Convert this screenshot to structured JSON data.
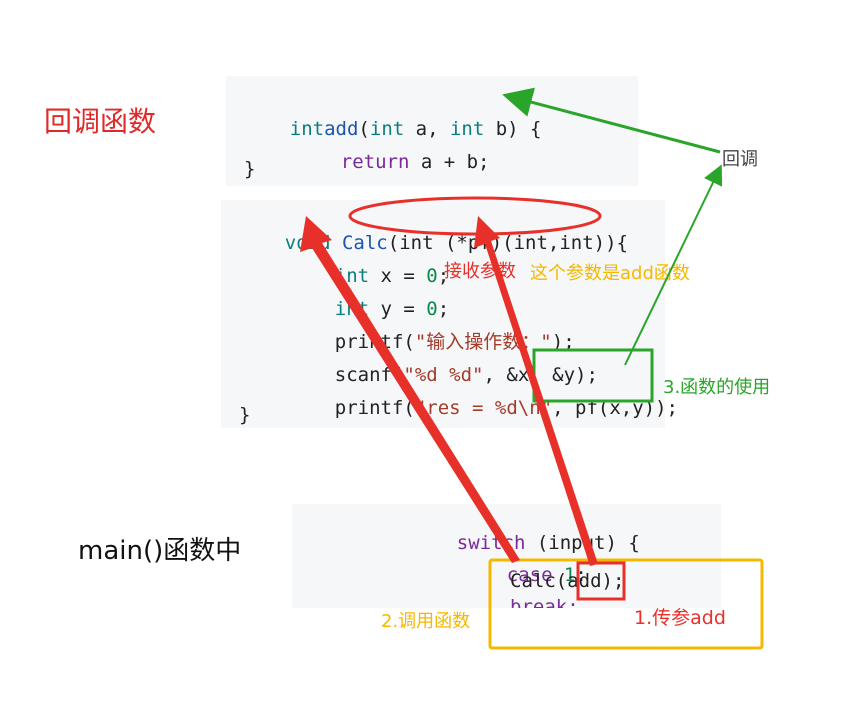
{
  "title_callback": "回调函数",
  "title_main": "main()函数中",
  "block_add": {
    "line1": {
      "t1": "int",
      "t2": "add",
      "t3": "(",
      "t4": "int",
      "t5": " a, ",
      "t6": "int",
      "t7": " b) {"
    },
    "line2": {
      "kw": "return",
      "rest": " a + b;"
    },
    "line3": "}"
  },
  "block_calc": {
    "l1": {
      "kw": "void",
      "fn": "Calc",
      "rest": "(int (*pf)(int,int)){"
    },
    "l2": {
      "kw": "int",
      "rest": " x = ",
      "num": "0",
      "end": ";"
    },
    "l3": {
      "kw": "int",
      "rest": " y = ",
      "num": "0",
      "end": ";"
    },
    "l4": {
      "fn": "printf",
      "open": "(",
      "str": "\"输入操作数：\"",
      "end": ");"
    },
    "l5": {
      "fn": "scanf",
      "open": "(",
      "str": "\"%d %d\"",
      "end": ", &x, &y);"
    },
    "l6": {
      "fn": "printf",
      "open": "(",
      "str": "\"res = %d\\n\"",
      "mid": ", pf(x,y));"
    },
    "l7": "}"
  },
  "block_switch": {
    "l1": {
      "kw": "switch",
      "rest": " (input) {"
    },
    "l2": {
      "kw": "case",
      "num": " 1",
      "end": ":"
    },
    "l3": "Calc(add);",
    "l4": "break;"
  },
  "annotations": {
    "callback": "回调",
    "receive_param_red": "接收参数",
    "receive_param_orange": "这个参数是add函数",
    "use_function": "3.函数的使用",
    "call_function": "2.调用函数",
    "pass_param": "1.传参add"
  },
  "colors": {
    "red": "#e8302a",
    "green": "#2aa52a",
    "orange": "#f5b800"
  }
}
